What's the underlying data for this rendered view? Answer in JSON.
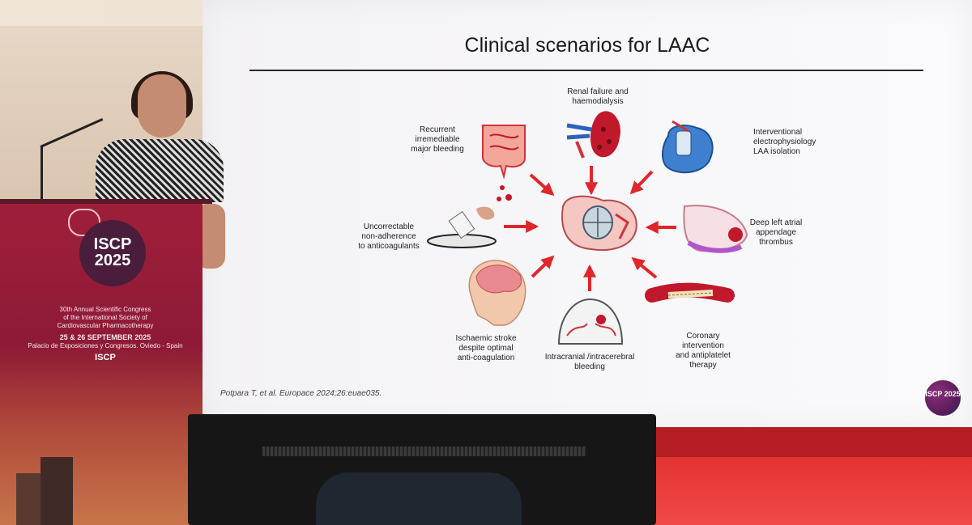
{
  "slide": {
    "title": "Clinical scenarios for LAAC",
    "citation": "Potpara T, et al. Europace 2024;26:euae035.",
    "logo_text": "ISCP 2025",
    "center_icon": "heart-laa-occluder-icon",
    "arrow_color": "#e0262a",
    "scenarios": [
      {
        "lines": [
          "Renal failure and",
          "haemodialysis"
        ],
        "icon": "kidney-icon"
      },
      {
        "lines": [
          "Interventional",
          "electrophysiology",
          "LAA isolation"
        ],
        "icon": "heart-ablation-icon"
      },
      {
        "lines": [
          "Deep left atrial",
          "appendage",
          "thrombus"
        ],
        "icon": "atrial-appendage-thrombus-icon"
      },
      {
        "lines": [
          "Coronary",
          "intervention",
          "and antiplatelet",
          "therapy"
        ],
        "icon": "coronary-stent-icon"
      },
      {
        "lines": [
          "Intracranial /intracerebral",
          "bleeding"
        ],
        "icon": "brain-hemorrhage-icon"
      },
      {
        "lines": [
          "Ischaemic stroke",
          "despite optimal",
          "anti-coagulation"
        ],
        "icon": "head-brain-icon"
      },
      {
        "lines": [
          "Uncorrectable",
          "non-adherence",
          "to anticoagulants"
        ],
        "icon": "pill-disposal-icon"
      },
      {
        "lines": [
          "Recurrent",
          "irremediable",
          "major bleeding"
        ],
        "icon": "intestine-bleeding-icon"
      }
    ]
  },
  "podium": {
    "brand": "ISCP",
    "year": "2025",
    "congress_lines": [
      "30th Annual Scientific Congress",
      "of the International Society of",
      "Cardiovascular Pharmacotherapy"
    ],
    "dates": "25 & 26 SEPTEMBER 2025",
    "venue": "Palacio de Exposiciones y Congresos. Oviedo - Spain",
    "small_logo": "ISCP"
  },
  "colors": {
    "podium": "#9f1f3a",
    "stage": "#e63636",
    "screen": "#f5f4f7"
  }
}
